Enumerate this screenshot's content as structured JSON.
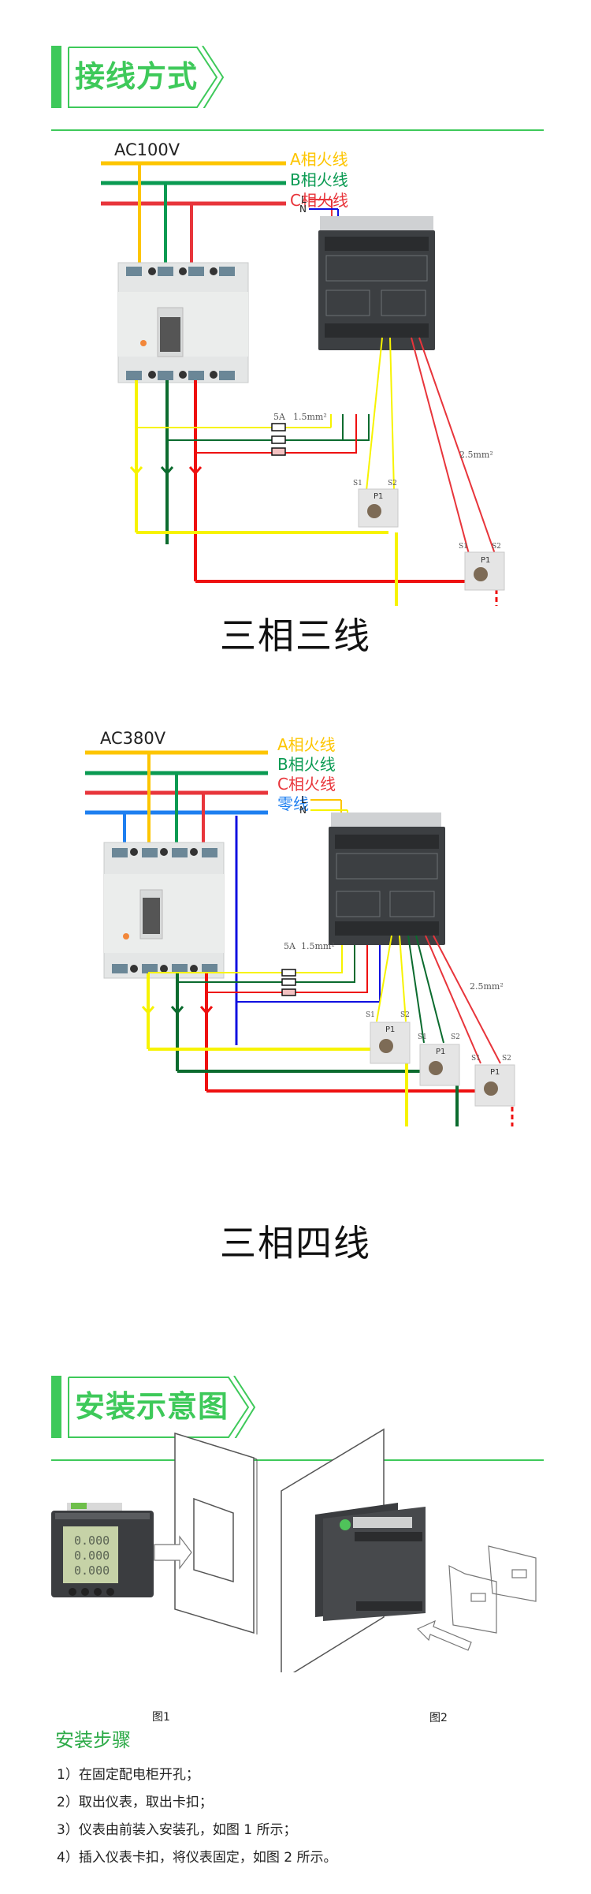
{
  "sections": {
    "wiring": {
      "title": "接线方式"
    },
    "install": {
      "title": "安装示意图"
    }
  },
  "colors": {
    "accent_green": "#3ec95a",
    "phase_a": "#fdc500",
    "phase_b": "#0a9a52",
    "phase_c": "#e8353b",
    "neutral": "#1e7ff0",
    "wire_yellow": "#f7f300",
    "wire_green": "#0b6b2e",
    "wire_red": "#ee1010",
    "wire_blue": "#1010e0"
  },
  "diagram1": {
    "voltage": "AC100V",
    "legend": [
      "A相火线",
      "B相火线",
      "C相火线"
    ],
    "terminal_labels": {
      "L": "L",
      "N": "N"
    },
    "fuse_label": "5A",
    "wire_small": "1.5mm²",
    "wire_large": "2.5mm²",
    "ct_labels": {
      "s1": "S1",
      "s2": "S2",
      "p1": "P1"
    },
    "caption": "三相三线"
  },
  "diagram2": {
    "voltage": "AC380V",
    "legend": [
      "A相火线",
      "B相火线",
      "C相火线",
      "零线"
    ],
    "terminal_labels": {
      "L": "L",
      "N": "N"
    },
    "fuse_label": "5A",
    "wire_small": "1.5mm²",
    "wire_large": "2.5mm²",
    "ct_labels": {
      "s1": "S1",
      "s2": "S2",
      "p1": "P1"
    },
    "caption": "三相四线"
  },
  "install_figures": {
    "fig1": "图1",
    "fig2": "图2",
    "meter_display": [
      "0.000",
      "0.000",
      "0.000"
    ]
  },
  "steps": {
    "title": "安装步骤",
    "items": [
      "1）在固定配电柜开孔；",
      "2）取出仪表，取出卡扣；",
      "3）仪表由前装入安装孔，如图 1 所示；",
      "4）插入仪表卡扣，将仪表固定，如图 2 所示。"
    ]
  }
}
